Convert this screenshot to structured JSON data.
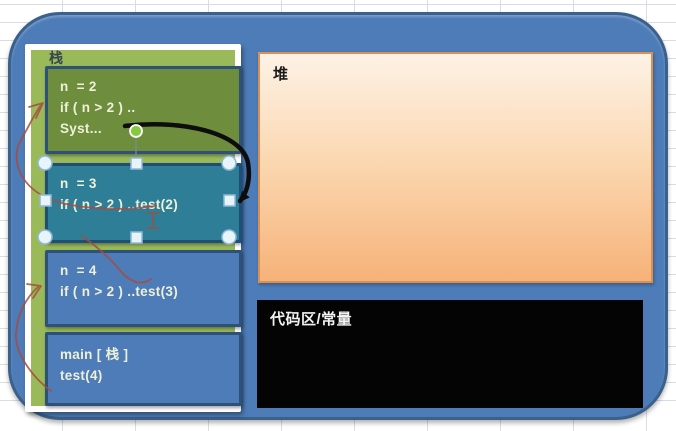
{
  "diagram": {
    "container": {
      "fill": "#4d7cb8",
      "border": "#3a608c"
    },
    "stack": {
      "label": "栈",
      "panel_fill": "#9aba5a",
      "frames": [
        {
          "fill": "#6e8e3e",
          "selected": false,
          "lines": [
            "n  = 2",
            "if ( n > 2 ) ..",
            "Syst..."
          ]
        },
        {
          "fill": "#2e7e98",
          "selected": true,
          "lines": [
            "n  = 3",
            "if ( n > 2 ) ..test(2)"
          ]
        },
        {
          "fill": "#4d7cb8",
          "selected": false,
          "lines": [
            "n  = 4",
            "if ( n > 2 ) ..test(3)"
          ]
        },
        {
          "fill": "#4d7cb8",
          "selected": false,
          "lines": [
            "main [ 栈 ]",
            "test(4)"
          ]
        }
      ],
      "text_color": "#eef0d8"
    },
    "heap": {
      "label": "堆",
      "fill_top": "#fdf2e6",
      "fill_bottom": "#f6b279",
      "border": "#dd8f52"
    },
    "code": {
      "label": "代码区/常量",
      "fill": "#040404",
      "text_color": "#f2f2f2"
    },
    "annotations": {
      "black_arrow_color": "#0d0d0d",
      "red_ink_color": "#a64c3f",
      "rotation_handle_color": "#86c940"
    }
  }
}
